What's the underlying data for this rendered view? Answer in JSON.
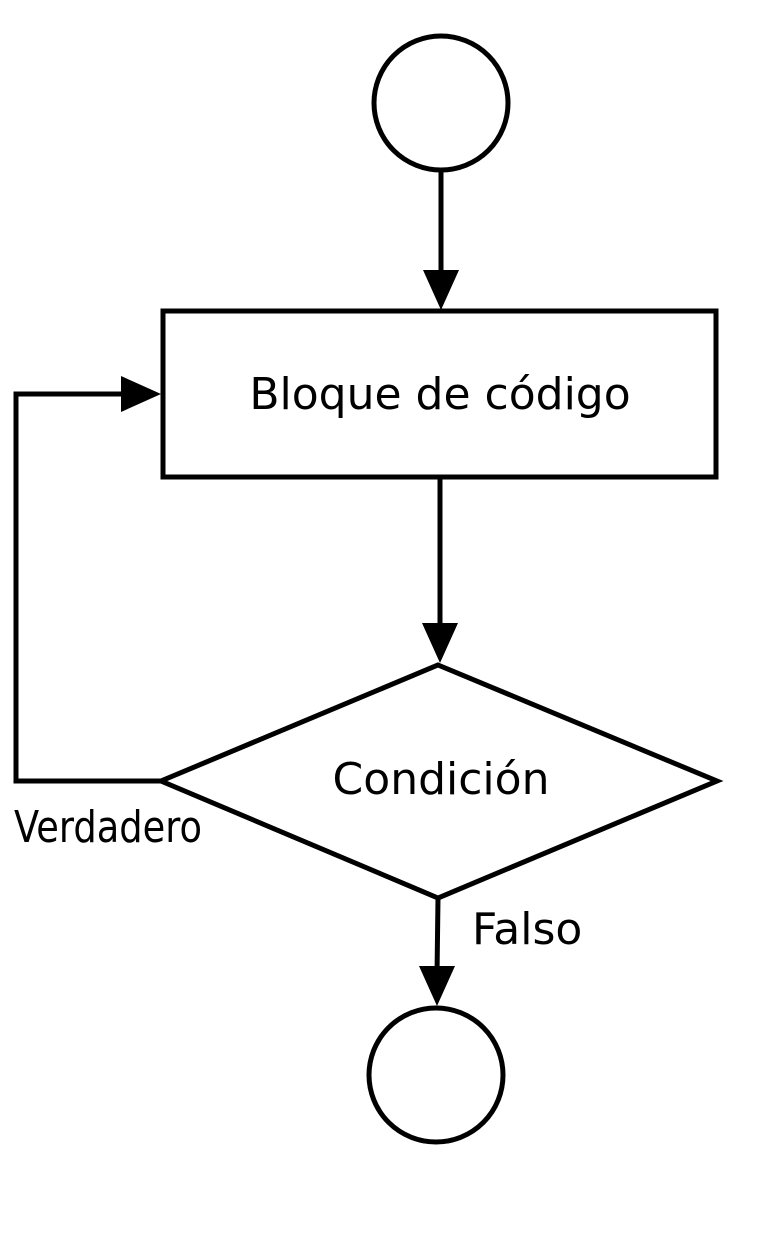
{
  "diagram": {
    "type": "flowchart",
    "nodes": {
      "start": {
        "shape": "circle",
        "label": ""
      },
      "process": {
        "shape": "rectangle",
        "label": "Bloque de código"
      },
      "decision": {
        "shape": "diamond",
        "label": "Condición"
      },
      "end": {
        "shape": "circle",
        "label": ""
      }
    },
    "edges": {
      "start_to_process": {
        "from": "start",
        "to": "process",
        "label": ""
      },
      "process_to_decision": {
        "from": "process",
        "to": "decision",
        "label": ""
      },
      "decision_true": {
        "from": "decision",
        "to": "process",
        "label": "Verdadero"
      },
      "decision_false": {
        "from": "decision",
        "to": "end",
        "label": "Falso"
      }
    }
  },
  "colors": {
    "stroke": "#000000",
    "fill": "#ffffff",
    "background": "#ffffff"
  }
}
